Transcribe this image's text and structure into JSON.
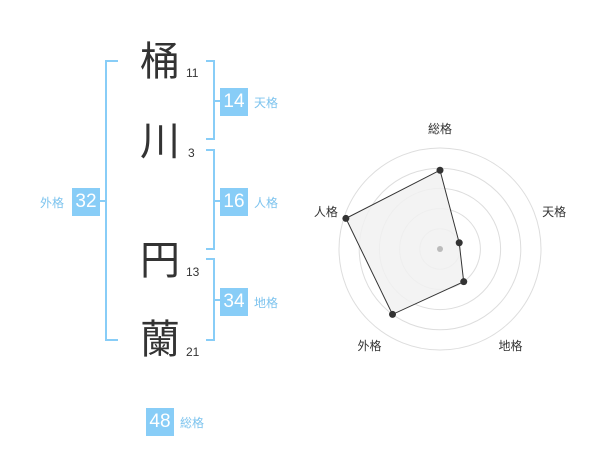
{
  "name": {
    "chars": [
      {
        "char": "桶",
        "strokes": "11"
      },
      {
        "char": "川",
        "strokes": "3"
      },
      {
        "char": "円",
        "strokes": "13"
      },
      {
        "char": "蘭",
        "strokes": "21"
      }
    ]
  },
  "kakusu": {
    "tenkaku": {
      "value": "14",
      "label": "天格"
    },
    "jinkaku": {
      "value": "16",
      "label": "人格"
    },
    "chikaku": {
      "value": "34",
      "label": "地格"
    },
    "gaikaku": {
      "value": "32",
      "label": "外格"
    },
    "soukaku": {
      "value": "48",
      "label": "総格"
    }
  },
  "chart_data": {
    "type": "radar",
    "axes": [
      "総格",
      "天格",
      "地格",
      "外格",
      "人格"
    ],
    "values": [
      0.78,
      0.2,
      0.4,
      0.8,
      0.98
    ],
    "range": [
      0,
      1
    ],
    "rings": 5,
    "colors": {
      "fill": "#f1f1f1",
      "line": "#333333",
      "grid": "#dddddd",
      "center": "#bbbbbb"
    }
  },
  "colors": {
    "accent": "#88cdf7",
    "bracket": "#88cdf7"
  }
}
